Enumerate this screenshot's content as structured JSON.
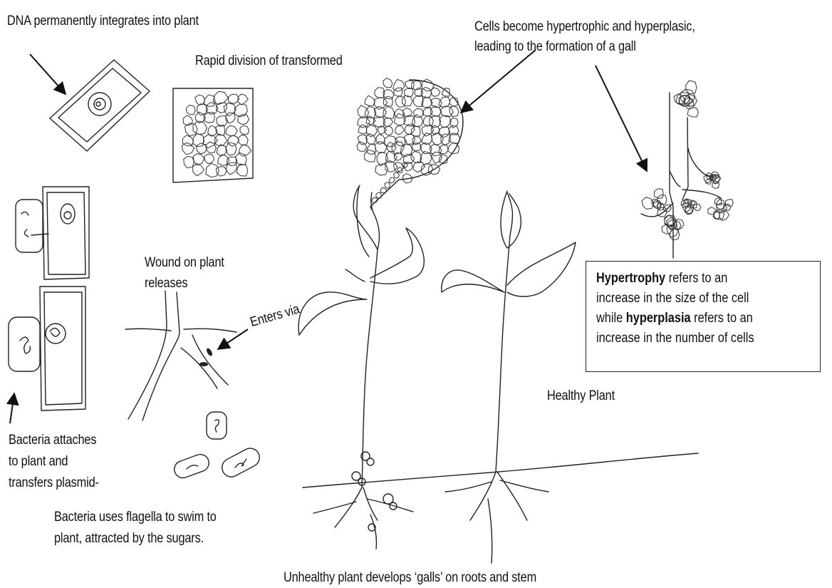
{
  "labels": {
    "dna": "DNA permanently integrates into plant",
    "rapid": "Rapid division of transformed",
    "cells_1": "Cells become hypertrophic and hyperplasic,",
    "cells_2": "leading to the formation  of a gall",
    "wound_1": "Wound on plant",
    "wound_2": "releases",
    "enters": "Enters via",
    "healthy": "Healthy Plant",
    "attach_1": "Bacteria attaches",
    "attach_2": "to plant and",
    "attach_3": "transfers plasmid-",
    "flagella_1": "Bacteria uses flagella to swim to",
    "flagella_2": "plant, attracted  by the sugars.",
    "unhealthy": "Unhealthy plant develops ‘galls’ on roots and stem"
  },
  "definition_box": {
    "term1": "Hypertrophy",
    "line1_rest": " refers to an",
    "line2": "increase in the size of the cell",
    "line3_pre": "while ",
    "term2": "hyperplasia",
    "line3_rest": " refers to an",
    "line4": "increase in the number of cells"
  }
}
